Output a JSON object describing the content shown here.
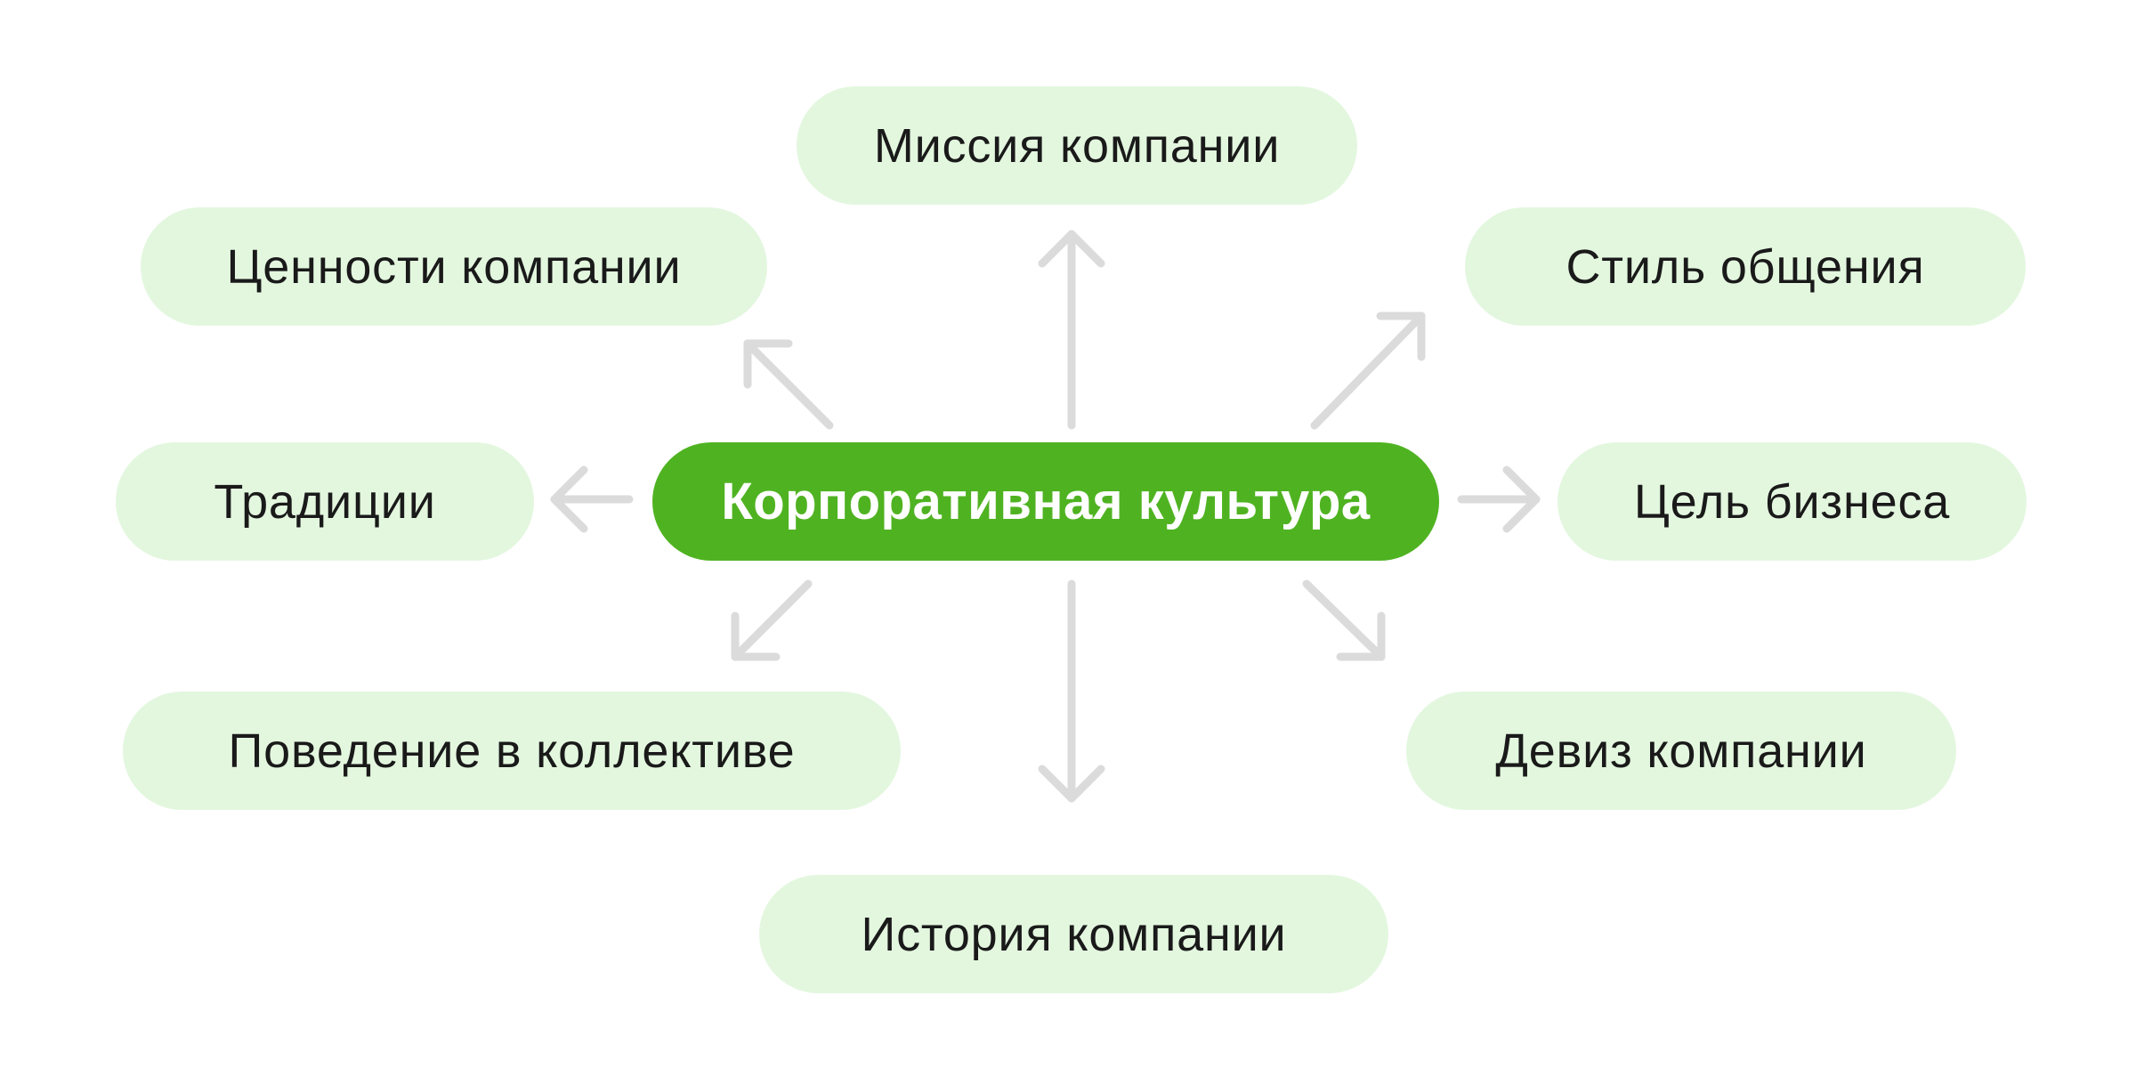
{
  "diagram": {
    "title_concept": "Корпоративная культура",
    "center": {
      "label": "Корпоративная культура"
    },
    "nodes": [
      {
        "id": "mission",
        "label": "Миссия компании",
        "position": "top"
      },
      {
        "id": "values",
        "label": "Ценности компании",
        "position": "top-left"
      },
      {
        "id": "style",
        "label": "Стиль общения",
        "position": "top-right"
      },
      {
        "id": "traditions",
        "label": "Традиции",
        "position": "left"
      },
      {
        "id": "goal",
        "label": "Цель бизнеса",
        "position": "right"
      },
      {
        "id": "behavior",
        "label": "Поведение в коллективе",
        "position": "bottom-left"
      },
      {
        "id": "motto",
        "label": "Девиз компании",
        "position": "bottom-right"
      },
      {
        "id": "history",
        "label": "История компании",
        "position": "bottom"
      }
    ],
    "colors": {
      "center_node_fill": "#4fb321",
      "center_node_text": "#ffffff",
      "outer_node_fill": "#e3f7df",
      "outer_node_text": "#1a1a1a",
      "arrow": "#dbdbdb",
      "background": "#ffffff"
    }
  }
}
